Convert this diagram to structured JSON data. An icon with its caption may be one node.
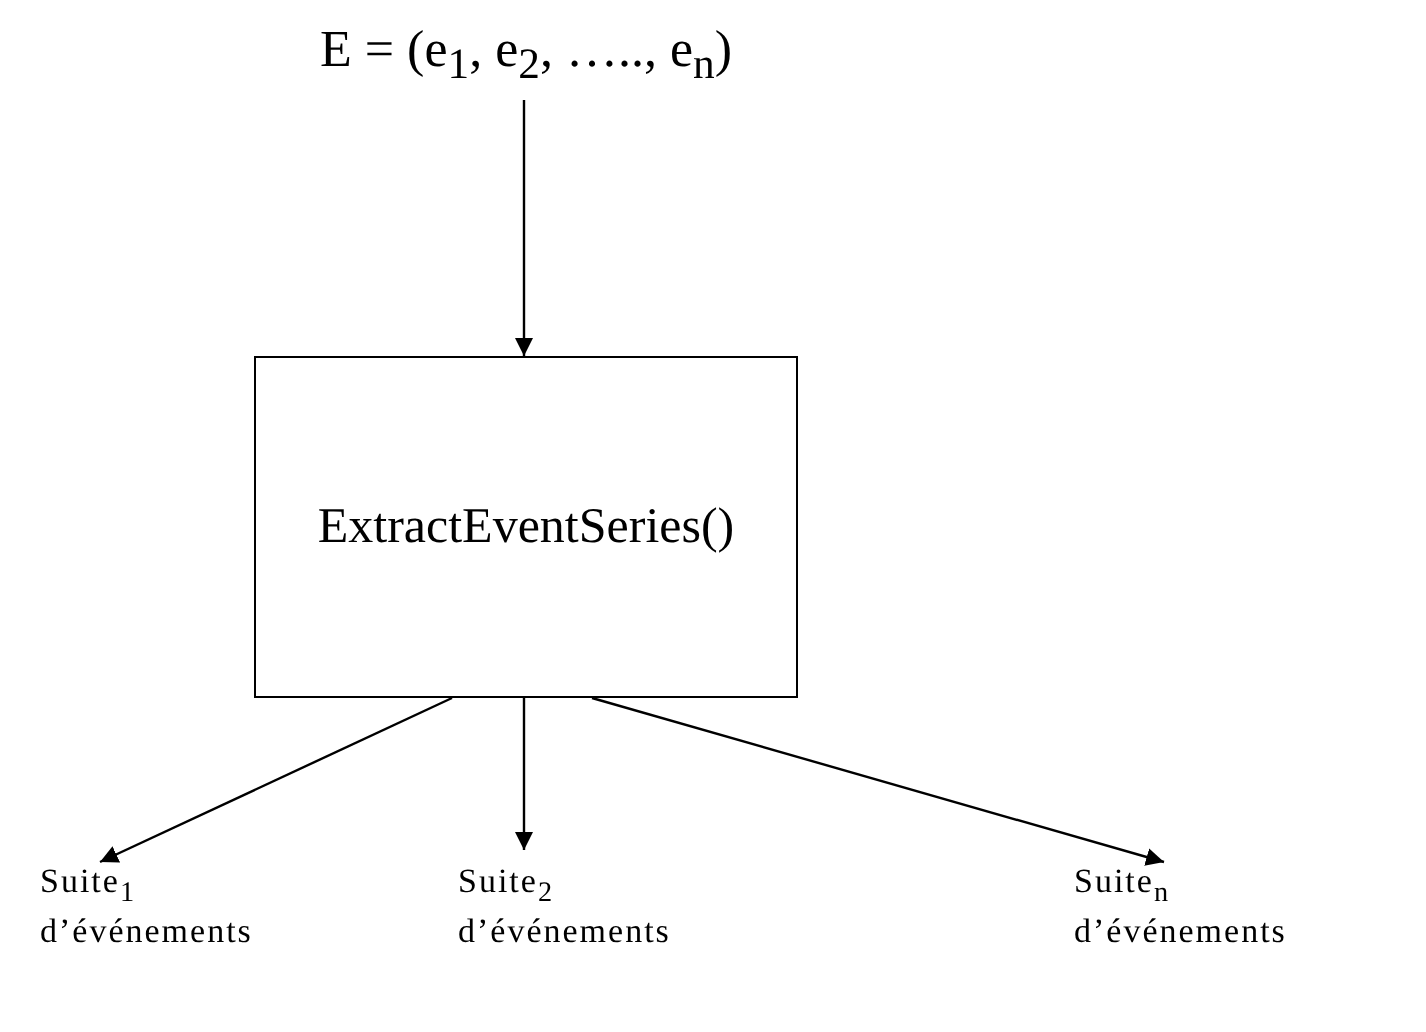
{
  "diagram": {
    "nodes": [
      {
        "text": [
          "E = (e$_{1}$, e$_{2}$, ….., e$_{n}$)"
        ]
      },
      {
        "text": [
          "ExtractEventSeries()"
        ]
      },
      {
        "text": [
          "Suite$_{1}$ d’événements"
        ]
      },
      {
        "text": [
          "Suite$_{2}$ d’événements"
        ]
      },
      {
        "text": [
          "Suite$_{n}$ d’événements"
        ]
      }
    ],
    "edges": [
      {
        "from": 0,
        "to": 1,
        "arrow": "to"
      },
      {
        "from": 1,
        "to": 2,
        "arrow": "to"
      },
      {
        "from": 1,
        "to": 3,
        "arrow": "to"
      },
      {
        "from": 1,
        "to": 4,
        "arrow": "to"
      }
    ]
  }
}
